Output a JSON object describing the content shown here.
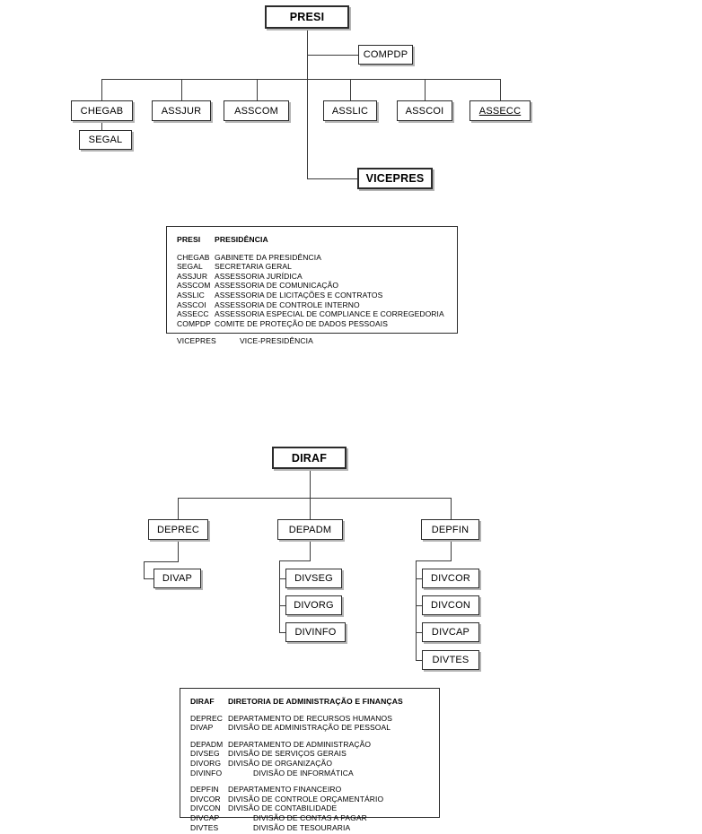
{
  "document": {
    "type": "organizational-chart",
    "language": "pt-BR"
  },
  "chart_top": {
    "name": "presidency-org-chart",
    "root": {
      "code": "PRESI"
    },
    "staff": [
      {
        "code": "COMPDP"
      },
      {
        "code": "VICEPRES"
      }
    ],
    "children": [
      {
        "code": "CHEGAB"
      },
      {
        "code": "ASSJUR"
      },
      {
        "code": "ASSCOM"
      },
      {
        "code": "ASSLIC"
      },
      {
        "code": "ASSCOI"
      },
      {
        "code": "ASSECC"
      }
    ],
    "sub": [
      {
        "code": "SEGAL",
        "parent": "CHEGAB"
      }
    ]
  },
  "legend_top": {
    "name": "presidency-legend",
    "header": {
      "code": "PRESI",
      "desc": "PRESIDÊNCIA"
    },
    "rows": [
      {
        "code": "CHEGAB",
        "desc": "GABINETE DA PRESIDÊNCIA",
        "indent": "n"
      },
      {
        "code": "SEGAL",
        "desc": "SECRETARIA GERAL",
        "indent": "n"
      },
      {
        "code": "ASSJUR",
        "desc": "ASSESSORIA JURÍDICA",
        "indent": "n"
      },
      {
        "code": "ASSCOM",
        "desc": "ASSESSORIA DE COMUNICAÇÃO",
        "indent": "n"
      },
      {
        "code": "ASSLIC",
        "desc": "ASSESSORIA DE LICITAÇÕES E CONTRATOS",
        "indent": "n"
      },
      {
        "code": "ASSCOI",
        "desc": "ASSESSORIA DE CONTROLE INTERNO",
        "indent": "n"
      },
      {
        "code": "ASSECC",
        "desc": "ASSESSORIA ESPECIAL DE COMPLIANCE E CORREGEDORIA",
        "indent": "n"
      },
      {
        "code": "COMPDP",
        "desc": "COMITE DE PROTEÇÃO DE DADOS PESSOAIS",
        "indent": "n"
      }
    ],
    "footer": {
      "code": "VICEPRES",
      "desc": "VICE-PRESIDÊNCIA"
    }
  },
  "chart_bottom": {
    "name": "administration-finance-org-chart",
    "root": {
      "code": "DIRAF"
    },
    "children": [
      {
        "code": "DEPREC"
      },
      {
        "code": "DEPADM"
      },
      {
        "code": "DEPFIN"
      }
    ],
    "sub_deprec": [
      {
        "code": "DIVAP"
      }
    ],
    "sub_depadm": [
      {
        "code": "DIVSEG"
      },
      {
        "code": "DIVORG"
      },
      {
        "code": "DIVINFO"
      }
    ],
    "sub_depfin": [
      {
        "code": "DIVCOR"
      },
      {
        "code": "DIVCON"
      },
      {
        "code": "DIVCAP"
      },
      {
        "code": "DIVTES"
      }
    ]
  },
  "legend_bottom": {
    "name": "administration-finance-legend",
    "header": {
      "code": "DIRAF",
      "desc": "DIRETORIA DE ADMINISTRAÇÃO E FINANÇAS"
    },
    "group_rh": [
      {
        "code": "DEPREC",
        "desc": "DEPARTAMENTO DE RECURSOS HUMANOS",
        "indent": "n"
      },
      {
        "code": "DIVAP",
        "desc": "DIVISÃO DE ADMINISTRAÇÃO DE PESSOAL",
        "indent": "n"
      }
    ],
    "group_adm": [
      {
        "code": "DEPADM",
        "desc": "DEPARTAMENTO DE ADMINISTRAÇÃO",
        "indent": "n"
      },
      {
        "code": "DIVSEG",
        "desc": "DIVISÃO DE SERVIÇOS GERAIS",
        "indent": "n"
      },
      {
        "code": "DIVORG",
        "desc": "DIVISÃO DE ORGANIZAÇÃO",
        "indent": "n"
      },
      {
        "code": "DIVINFO",
        "desc": "DIVISÃO DE INFORMÁTICA",
        "indent": "w"
      }
    ],
    "group_fin": [
      {
        "code": "DEPFIN",
        "desc": "DEPARTAMENTO FINANCEIRO",
        "indent": "n"
      },
      {
        "code": "DIVCOR",
        "desc": "DIVISÃO DE CONTROLE ORÇAMENTÁRIO",
        "indent": "n"
      },
      {
        "code": "DIVCON",
        "desc": "DIVISÃO DE CONTABILIDADE",
        "indent": "n"
      },
      {
        "code": "DIVCAP",
        "desc": "DIVISÃO DE CONTAS A PAGAR",
        "indent": "w"
      },
      {
        "code": "DIVTES",
        "desc": "DIVISÃO DE TESOURARIA",
        "indent": "w"
      }
    ]
  },
  "colors": {
    "box_border": "#2b2b2b",
    "box_shadow": "#b4b4b4",
    "connector": "#3a3a3a",
    "background": "#ffffff",
    "text": "#000000"
  }
}
